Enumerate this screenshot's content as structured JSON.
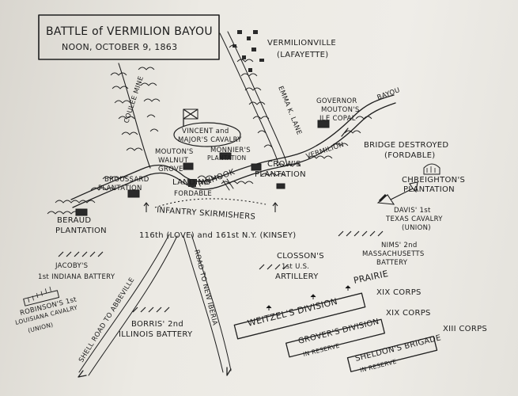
{
  "title": {
    "line1": "BATTLE of VERMILION BAYOU",
    "line2": "NOON, OCTOBER 9, 1863"
  },
  "places": {
    "vermilionville": "VERMILIONVILLE",
    "lafayette": "(LAFAYETTE)",
    "coulee_mine": "COULEE MINE",
    "emma_k_lane": "EMMA K. LANE",
    "bayou": "BAYOU",
    "vermilion_on_bayou": "VERMILION",
    "governor_line1": "GOVERNOR",
    "governor_line2": "MOUTON'S",
    "governor_line3": "ILE COPAL",
    "bridge_line1": "BRIDGE DESTROYED",
    "bridge_line2": "(FORDABLE)",
    "moutons_line1": "MOUTON'S",
    "moutons_line2": "WALNUT",
    "moutons_line3": "GROVE",
    "monnier_line1": "MONNIER'S",
    "monnier_line2": "PLANTATION",
    "crows_line1": "CROW'S",
    "crows_line2": "PLANTATION",
    "chreighton_line1": "CHREIGHTON'S",
    "chreighton_line2": "PLANTATION",
    "broussard_line1": "BROUSSARD",
    "broussard_line2": "PLANTATION",
    "landing": "LANDING",
    "fordable": "FORDABLE",
    "pinhook": "PINHOOK",
    "beraud_line1": "BERAUD",
    "beraud_line2": "PLANTATION",
    "prairie": "PRAIRIE",
    "road_abbeville": "SHELL ROAD TO ABBEVILLE",
    "road_new_iberia": "ROAD TO NEW IBERIA"
  },
  "units": {
    "vincent_line1": "VINCENT and",
    "vincent_line2": "MAJOR'S CAVALRY",
    "skirmishers": "INFANTRY SKIRMISHERS",
    "love_kinsey": "116th (LOVE) and 161st N.Y. (KINSEY)",
    "davis_line1": "DAVIS' 1st",
    "davis_line2": "TEXAS CAVALRY",
    "davis_line3": "(UNION)",
    "nims_line1": "NIMS' 2nd",
    "nims_line2": "MASSACHUSETTS",
    "nims_line3": "BATTERY",
    "closson_line1": "CLOSSON'S",
    "closson_line2": "1st U.S.",
    "closson_line3": "ARTILLERY",
    "jacoby_line1": "JACOBY'S",
    "jacoby_line2": "1st INDIANA BATTERY",
    "robinson_line1": "ROBINSON'S 1st",
    "robinson_line2": "LOUISIANA CAVALRY",
    "robinson_line3": "(UNION)",
    "borris_line1": "BORRIS' 2nd",
    "borris_line2": "ILLINOIS BATTERY",
    "weitzel": "WEITZEL'S DIVISION",
    "weitzel_corps": "XIX CORPS",
    "grover": "GROVER'S DIVISION",
    "grover_sub": "IN RESERVE",
    "grover_corps": "XIX CORPS",
    "sheldon": "SHELDON'S BRIGADE",
    "sheldon_sub": "IN RESERVE",
    "sheldon_corps": "XIII CORPS"
  },
  "colors": {
    "ink": "#1f1f1f",
    "paper": "#eceae4"
  }
}
